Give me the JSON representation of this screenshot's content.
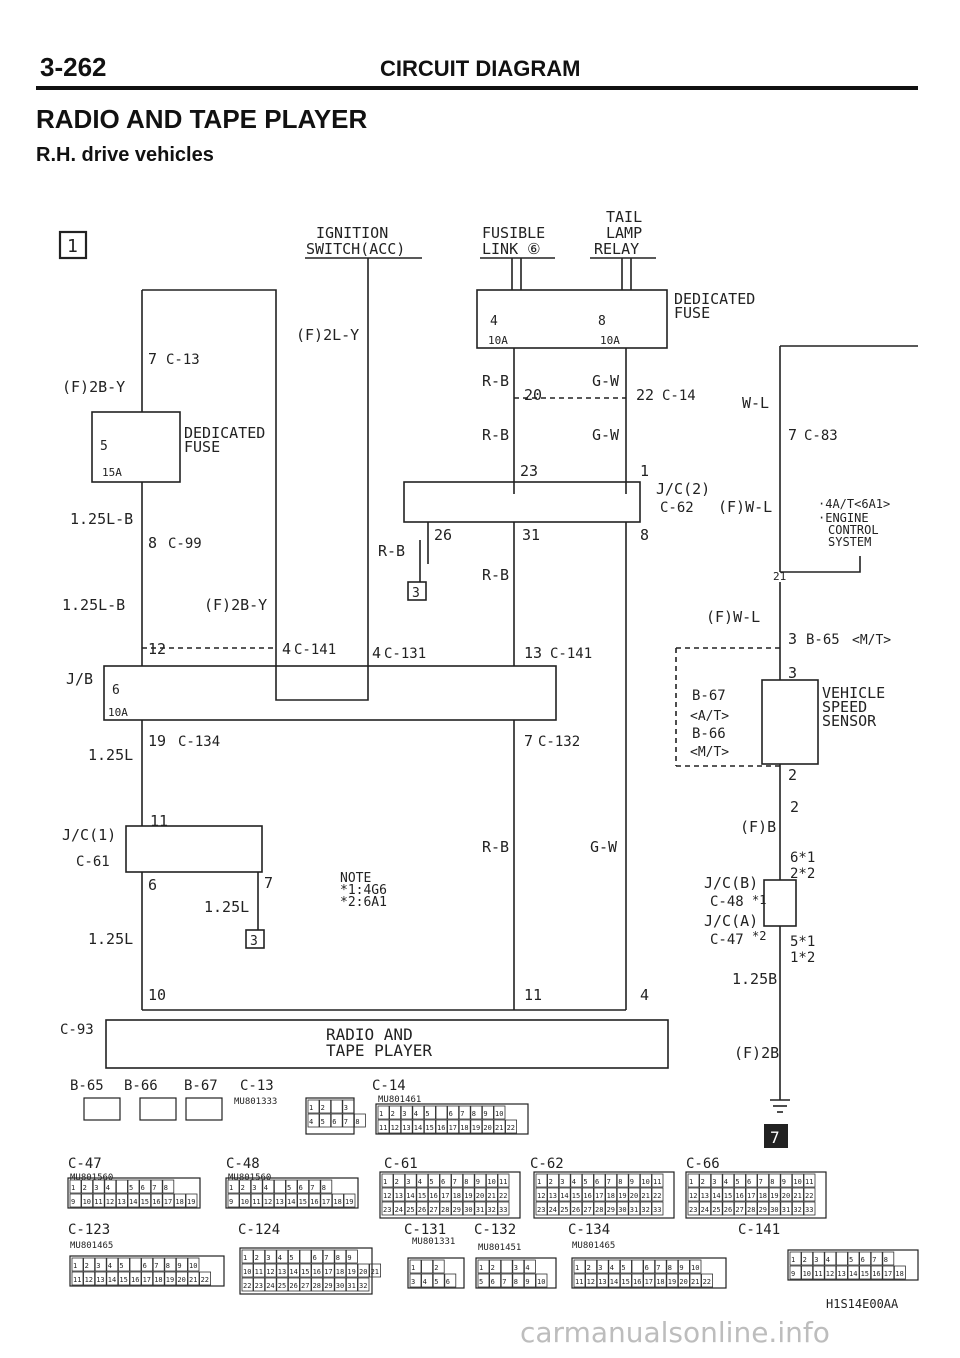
{
  "header": {
    "page_number": "3-262",
    "section": "CIRCUIT DIAGRAM",
    "title": "RADIO AND TAPE PLAYER",
    "subtitle": "R.H. drive vehicles"
  },
  "markers": {
    "sheet_start": "1",
    "sheet_continue": "7",
    "conn_3": "3"
  },
  "components": {
    "ignition_switch": [
      "IGNITION",
      "SWITCH(ACC)"
    ],
    "fusible_link": [
      "FUSIBLE",
      "LINK ⑥"
    ],
    "tail_lamp_relay": [
      "TAIL",
      "LAMP",
      "RELAY"
    ],
    "dedicated_fuse_top": [
      "DEDICATED",
      "FUSE"
    ],
    "dedicated_fuse_left": [
      "DEDICATED",
      "FUSE"
    ],
    "fuse_4": "4",
    "fuse_8": "8",
    "fuse_5": "5",
    "fuse_6": "6",
    "amp_10a": "10A",
    "amp_15a": "15A",
    "jb": "J/B",
    "jc1": "J/C(1)",
    "jc2": "J/C(2)",
    "jcb": "J/C(B)",
    "jca": "J/C(A)",
    "engine_control": [
      "·4A/T<6A1>",
      "·ENGINE",
      "CONTROL",
      "SYSTEM"
    ],
    "vss": [
      "VEHICLE",
      "SPEED",
      "SENSOR"
    ],
    "radio": [
      "RADIO AND",
      "TAPE PLAYER"
    ],
    "note": [
      "NOTE",
      "*1:4G6",
      "*2:6A1"
    ],
    "at": "<A/T>",
    "mt": "<M/T>",
    "mt_right": "<M/T>"
  },
  "wires": {
    "f2ly": "(F)2L-Y",
    "f2by_left": "(F)2B-Y",
    "f2by_mid": "(F)2B-Y",
    "l125b_1": "1.25L-B",
    "l125b_2": "1.25L-B",
    "l125_1": "1.25L",
    "l125_2": "1.25L",
    "l125_3": "1.25L",
    "rb": "R-B",
    "gw": "G-W",
    "wl": "W-L",
    "fwl_1": "(F)W-L",
    "fwl_2": "(F)W-L",
    "fb": "(F)B",
    "b125": "1.25B",
    "f2b": "(F)2B",
    "circle_21": "21"
  },
  "connectors": {
    "c13": "C-13",
    "c14": "C-14",
    "c62": "C-62",
    "c83": "C-83",
    "c99": "C-99",
    "c141": "C-141",
    "c131": "C-131",
    "c134": "C-134",
    "c132": "C-132",
    "c61": "C-61",
    "c93": "C-93",
    "c48": "C-48",
    "c47": "C-47",
    "b65": "B-65",
    "b67": "B-67",
    "b66": "B-66"
  },
  "pins": {
    "p7": "7",
    "p8": "8",
    "p12": "12",
    "p4": "4",
    "p19": "19",
    "p11": "11",
    "p6": "6",
    "p10": "10",
    "p20": "20",
    "p22": "22",
    "p23": "23",
    "p1": "1",
    "p26": "26",
    "p31": "31",
    "p13": "13",
    "p3": "3",
    "p2": "2",
    "p6s1": "6*1",
    "p2s2": "2*2",
    "p5s1": "5*1",
    "p1s2": "1*2",
    "s1": "*1",
    "s2": "*2"
  },
  "connector_views": [
    {
      "id": "B-65"
    },
    {
      "id": "B-66"
    },
    {
      "id": "B-67"
    },
    {
      "id": "C-13",
      "part": "MU801333",
      "rows": [
        [
          "1",
          "2",
          "",
          "3"
        ],
        [
          "4",
          "5",
          "6",
          "7",
          "8"
        ]
      ]
    },
    {
      "id": "C-14",
      "part": "MU801461",
      "rows": [
        [
          "1",
          "2",
          "3",
          "4",
          "5",
          "",
          "6",
          "7",
          "8",
          "9",
          "10"
        ],
        [
          "11",
          "12",
          "13",
          "14",
          "15",
          "16",
          "17",
          "18",
          "19",
          "20",
          "21",
          "22"
        ]
      ]
    },
    {
      "id": "C-47",
      "part": "MU801560",
      "rows": [
        [
          "1",
          "2",
          "3",
          "4",
          "",
          "5",
          "6",
          "7",
          "8"
        ],
        [
          "9",
          "10",
          "11",
          "12",
          "13",
          "14",
          "15",
          "16",
          "17",
          "18",
          "19"
        ]
      ]
    },
    {
      "id": "C-48",
      "part": "MU801560",
      "rows": [
        [
          "1",
          "2",
          "3",
          "4",
          "",
          "5",
          "6",
          "7",
          "8"
        ],
        [
          "9",
          "10",
          "11",
          "12",
          "13",
          "14",
          "15",
          "16",
          "17",
          "18",
          "19"
        ]
      ]
    },
    {
      "id": "C-61",
      "rows": [
        [
          "1",
          "2",
          "3",
          "4",
          "5",
          "6",
          "7",
          "8",
          "9",
          "10",
          "11"
        ],
        [
          "12",
          "13",
          "14",
          "15",
          "16",
          "17",
          "18",
          "19",
          "20",
          "21",
          "22"
        ],
        [
          "23",
          "24",
          "25",
          "26",
          "27",
          "28",
          "29",
          "30",
          "31",
          "32",
          "33"
        ]
      ]
    },
    {
      "id": "C-62",
      "rows": [
        [
          "1",
          "2",
          "3",
          "4",
          "5",
          "6",
          "7",
          "8",
          "9",
          "10",
          "11"
        ],
        [
          "12",
          "13",
          "14",
          "15",
          "16",
          "17",
          "18",
          "19",
          "20",
          "21",
          "22"
        ],
        [
          "23",
          "24",
          "25",
          "26",
          "27",
          "28",
          "29",
          "30",
          "31",
          "32",
          "33"
        ]
      ]
    },
    {
      "id": "C-66",
      "rows": [
        [
          "1",
          "2",
          "3",
          "4",
          "5",
          "6",
          "7",
          "8",
          "9",
          "10",
          "11"
        ],
        [
          "12",
          "13",
          "14",
          "15",
          "16",
          "17",
          "18",
          "19",
          "20",
          "21",
          "22"
        ],
        [
          "23",
          "24",
          "25",
          "26",
          "27",
          "28",
          "29",
          "30",
          "31",
          "32",
          "33"
        ]
      ]
    },
    {
      "id": "C-123",
      "part": "MU801465",
      "rows": [
        [
          "1",
          "2",
          "3",
          "4",
          "5",
          "",
          "6",
          "7",
          "8",
          "9",
          "10"
        ],
        [
          "11",
          "12",
          "13",
          "14",
          "15",
          "16",
          "17",
          "18",
          "19",
          "20",
          "21",
          "22"
        ]
      ]
    },
    {
      "id": "C-124",
      "rows": [
        [
          "1",
          "2",
          "3",
          "4",
          "5",
          "",
          "6",
          "7",
          "8",
          "9"
        ],
        [
          "10",
          "11",
          "12",
          "13",
          "14",
          "15",
          "16",
          "17",
          "18",
          "19",
          "20",
          "21"
        ],
        [
          "22",
          "23",
          "24",
          "25",
          "26",
          "27",
          "28",
          "29",
          "30",
          "31",
          "32"
        ]
      ]
    },
    {
      "id": "C-131",
      "part": "MU801331",
      "rows": [
        [
          "1",
          "",
          "2"
        ],
        [
          "3",
          "4",
          "5",
          "6"
        ]
      ]
    },
    {
      "id": "C-132",
      "part": "MU801451",
      "rows": [
        [
          "1",
          "2",
          "",
          "3",
          "4"
        ],
        [
          "5",
          "6",
          "7",
          "8",
          "9",
          "10"
        ]
      ]
    },
    {
      "id": "C-134",
      "part": "MU801465",
      "rows": [
        [
          "1",
          "2",
          "3",
          "4",
          "5",
          "",
          "6",
          "7",
          "8",
          "9",
          "10"
        ],
        [
          "11",
          "12",
          "13",
          "14",
          "15",
          "16",
          "17",
          "18",
          "19",
          "20",
          "21",
          "22"
        ]
      ]
    },
    {
      "id": "C-141",
      "rows": [
        [
          "1",
          "2",
          "3",
          "4",
          "",
          "5",
          "6",
          "7",
          "8"
        ],
        [
          "9",
          "10",
          "11",
          "12",
          "13",
          "14",
          "15",
          "16",
          "17",
          "18"
        ]
      ]
    }
  ],
  "drawing_code": "H1S14E00AA",
  "watermark": "carmanualsonline.info"
}
